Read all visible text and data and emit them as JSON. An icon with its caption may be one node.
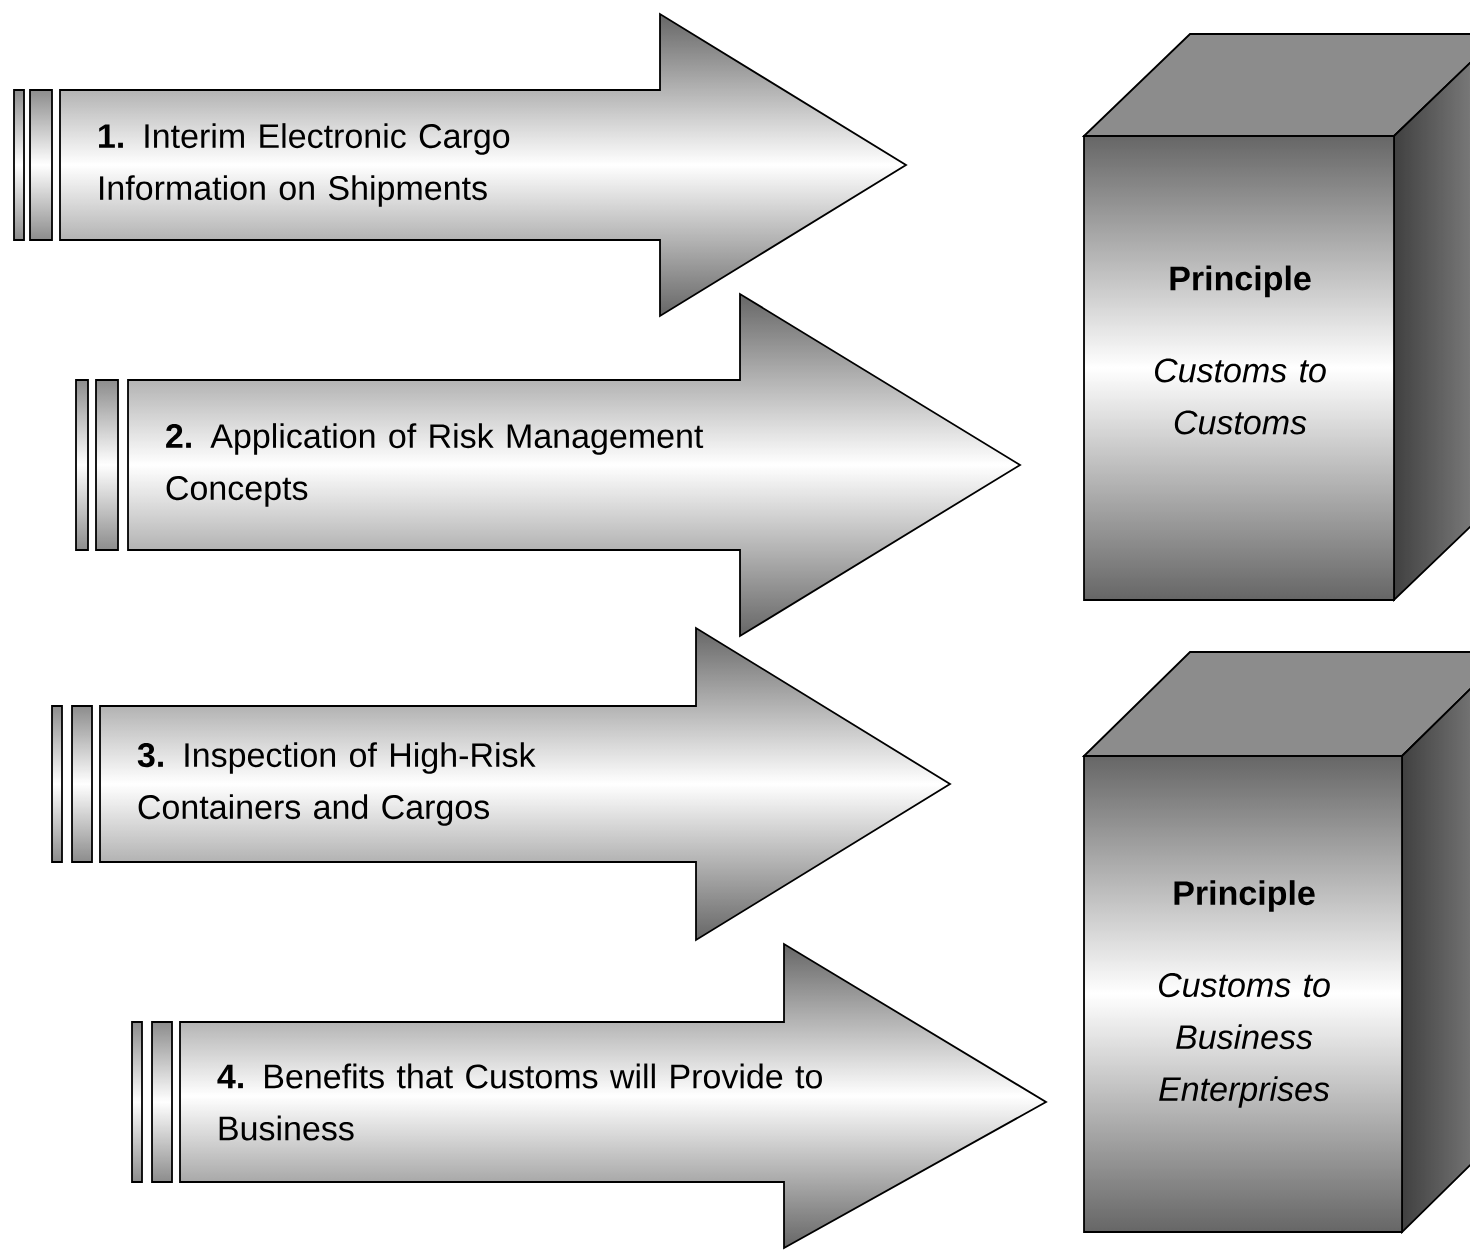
{
  "diagram": {
    "nodes": [
      {
        "text": [
          "**1.** Interim Electronic Cargo Information on Shipments"
        ]
      },
      {
        "text": [
          "**2.** Application of Risk Management Concepts"
        ]
      },
      {
        "text": [
          "Principle",
          "Customs to Customs"
        ]
      },
      {
        "text": [
          "**3.** Inspection of High-Risk Containers and Cargos"
        ]
      },
      {
        "text": [
          "**4.** Benefits that Customs will Provide to Business"
        ]
      },
      {
        "text": [
          "Principle",
          "Customs to Business Enterprises"
        ]
      }
    ]
  }
}
